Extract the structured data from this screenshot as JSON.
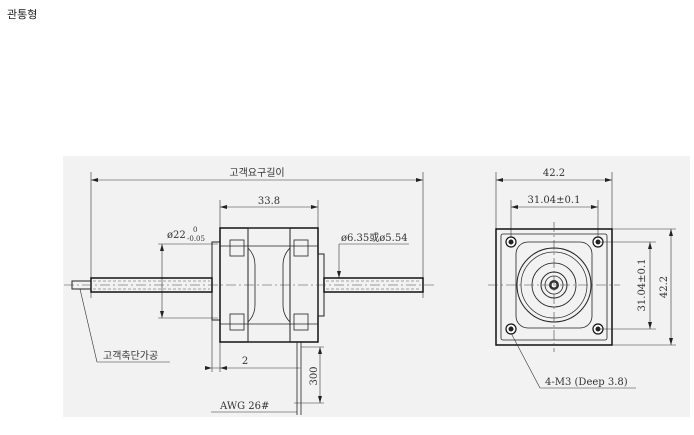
{
  "title": "관통형",
  "side_view": {
    "length_label": "고객요구길이",
    "body_width": "33.8",
    "boss_dia_main": "ø22",
    "boss_tol_upper": "0",
    "boss_tol_lower": "-0.05",
    "screw_dia": "ø6.35或ø5.54",
    "boss_height": "2",
    "lead_length": "300",
    "wire_label": "AWG 26#",
    "shaft_end_label": "고객축단가공"
  },
  "front_view": {
    "width": "42.2",
    "hole_spacing_x": "31.04±0.1",
    "hole_spacing_y": "31.04±0.1",
    "height": "42.2",
    "mount_holes": "4-M3 (Deep 3.8)"
  }
}
